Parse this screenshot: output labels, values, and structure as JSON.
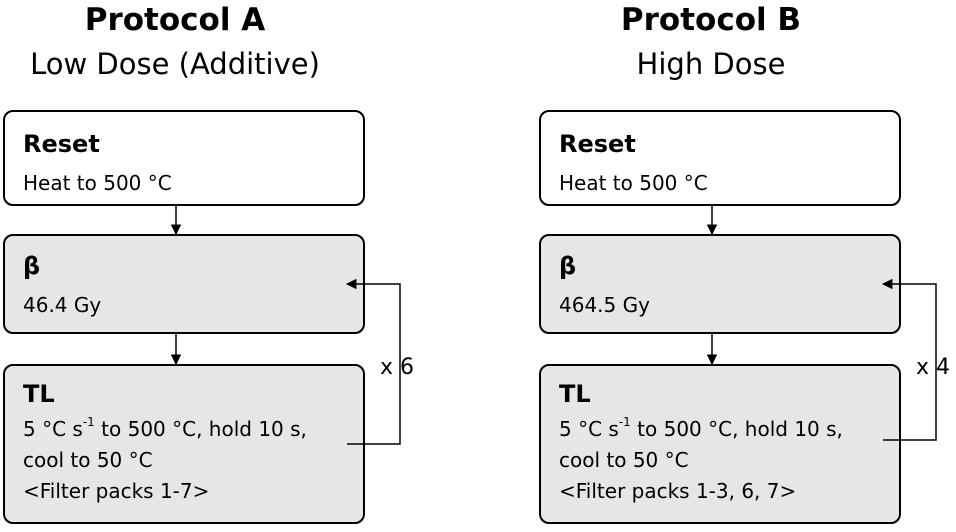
{
  "protocols": [
    {
      "title": "Protocol A",
      "subtitle": "Low Dose (Additive)",
      "reset": {
        "heading": "Reset",
        "text": "Heat to 500 °C"
      },
      "beta": {
        "heading": "β",
        "text": "46.4 Gy"
      },
      "tl": {
        "heading": "TL",
        "line1_pre": "5 °C s",
        "line1_sup": "-1",
        "line1_post": " to 500 °C, hold 10 s,",
        "line2": "cool to 50 °C",
        "line3": "<Filter packs 1-7>"
      },
      "repeat": "x 6"
    },
    {
      "title": "Protocol B",
      "subtitle": "High Dose",
      "reset": {
        "heading": "Reset",
        "text": "Heat to 500 °C"
      },
      "beta": {
        "heading": "β",
        "text": "464.5 Gy"
      },
      "tl": {
        "heading": "TL",
        "line1_pre": "5 °C s",
        "line1_sup": "-1",
        "line1_post": " to 500 °C, hold 10 s,",
        "line2": "cool to 50 °C",
        "line3": "<Filter packs 1-3, 6, 7>"
      },
      "repeat": "x 4"
    }
  ]
}
